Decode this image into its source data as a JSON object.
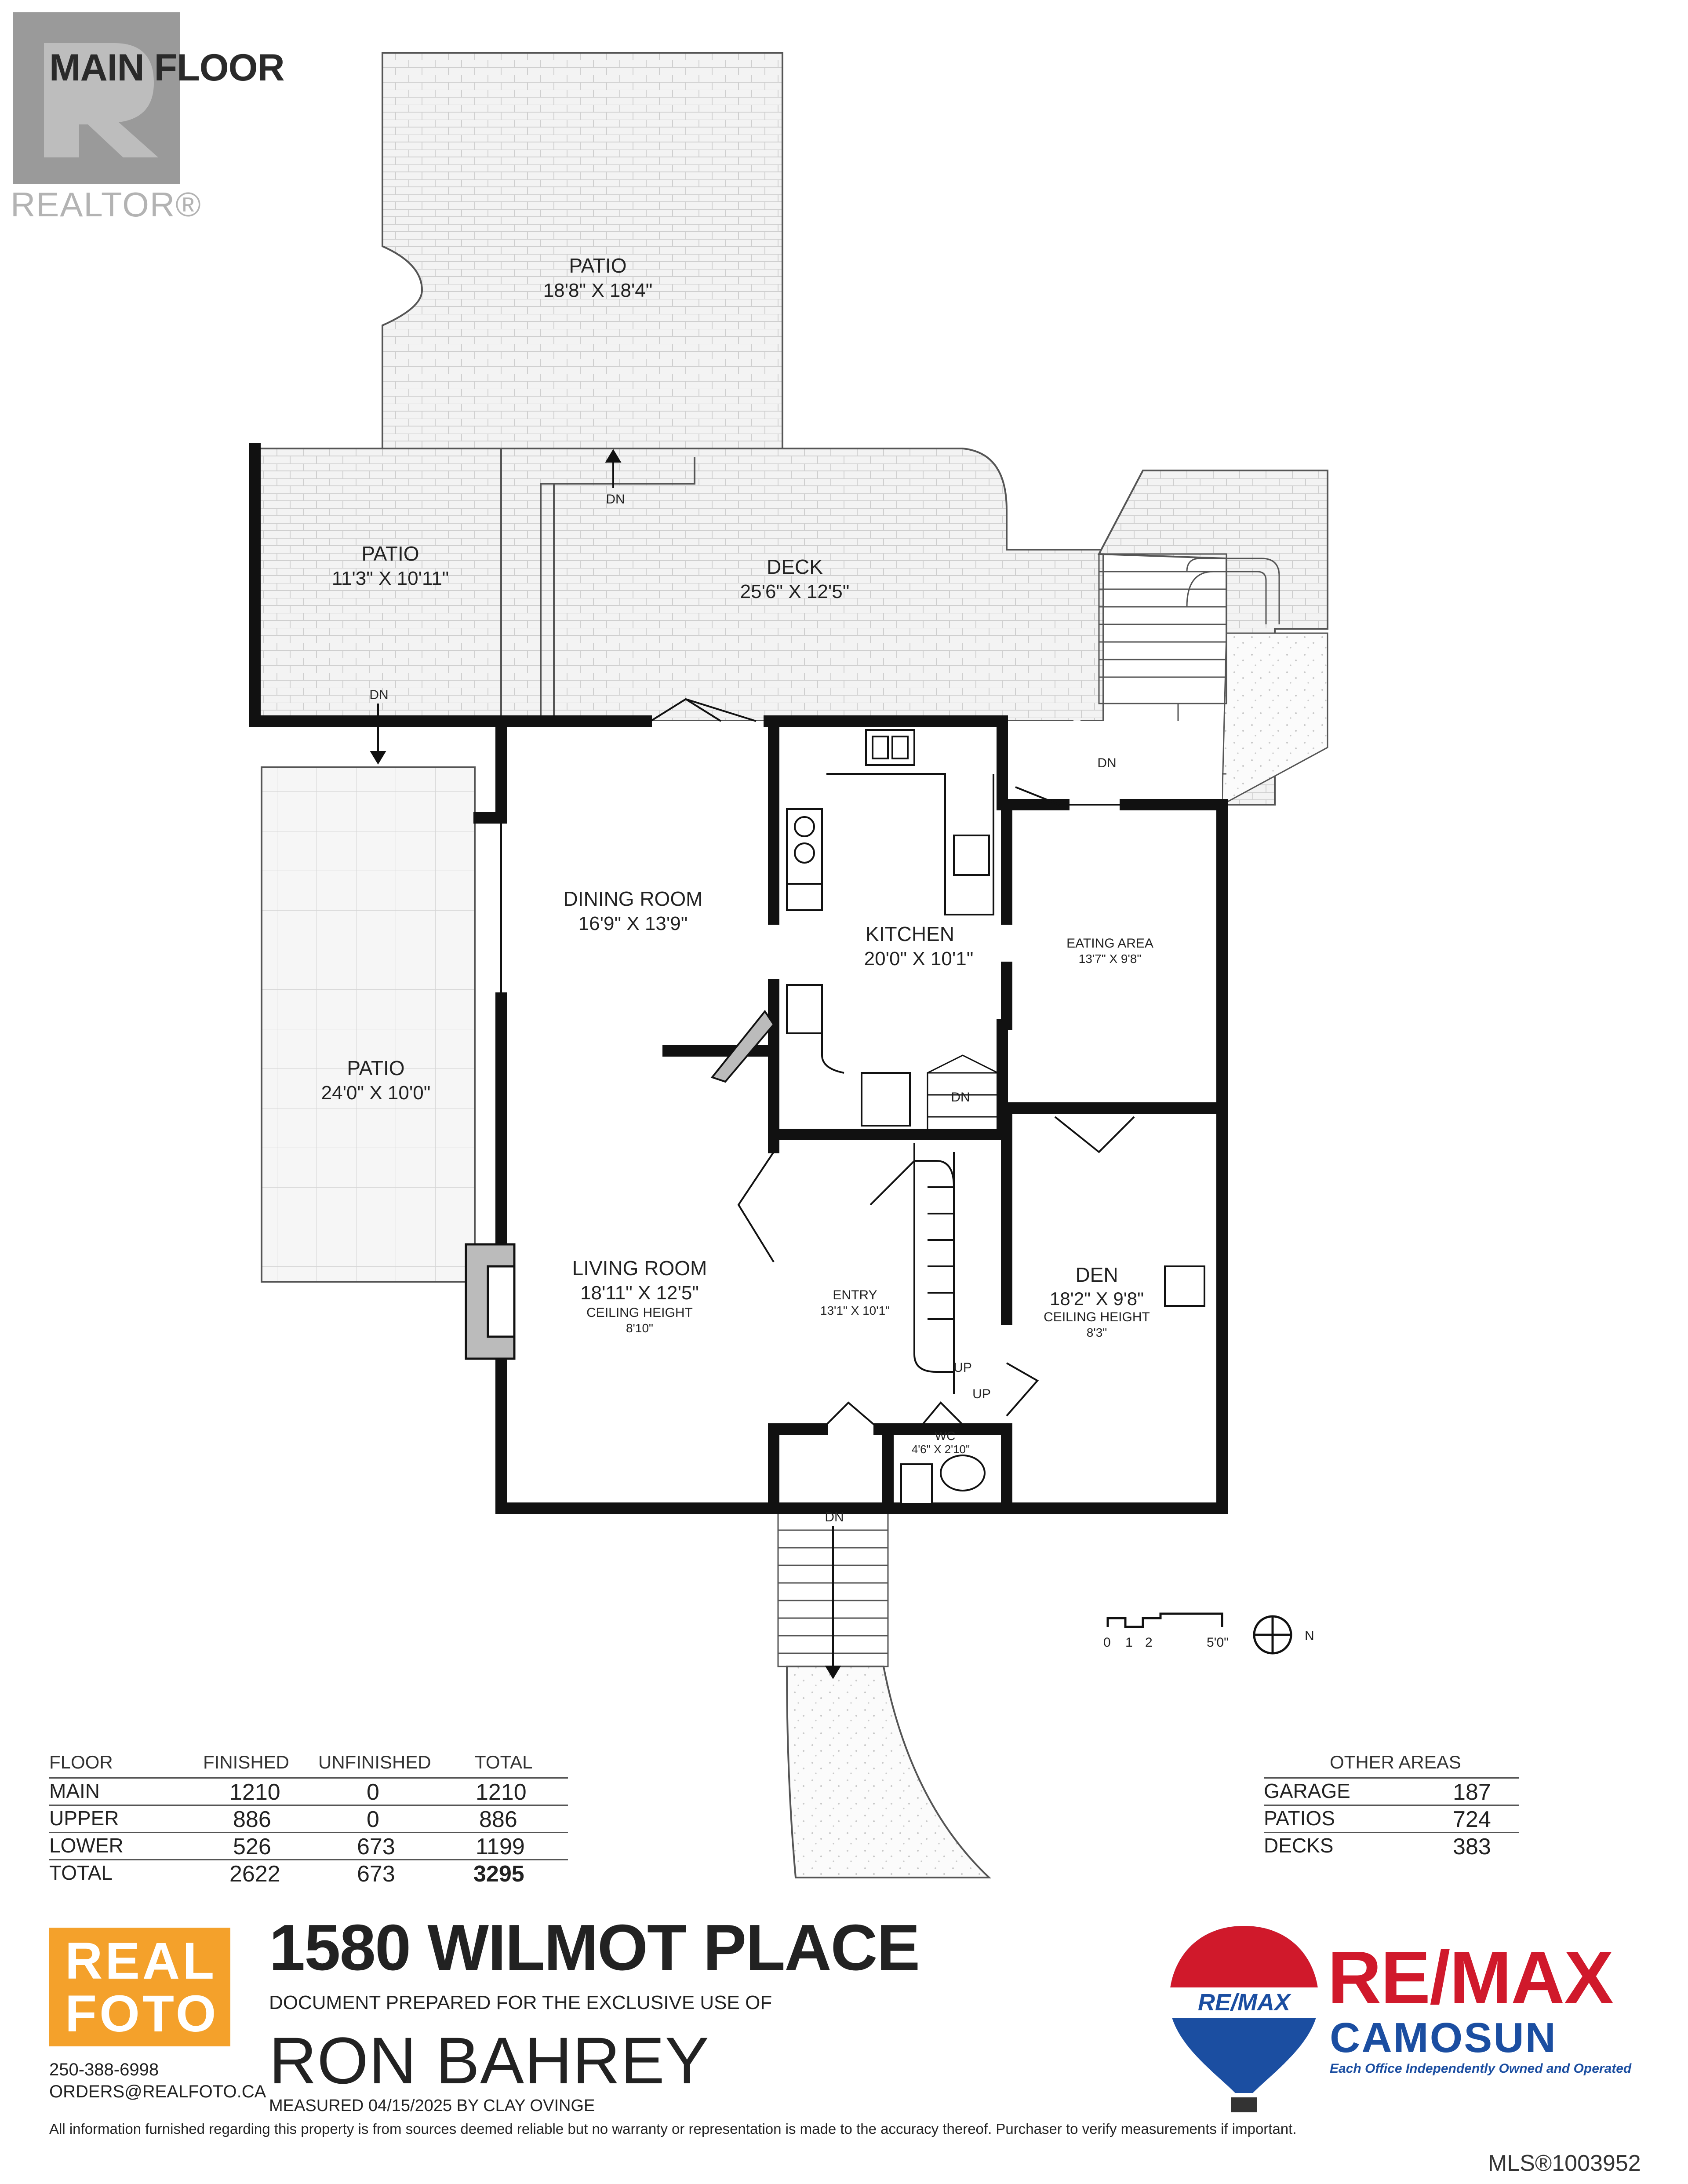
{
  "floor_title": "MAIN FLOOR",
  "realtor_mark": "REALTOR®",
  "rooms": {
    "patio_top": {
      "name": "PATIO",
      "size": "18'8\" X 18'4\""
    },
    "patio_left": {
      "name": "PATIO",
      "size": "11'3\" X 10'11\""
    },
    "deck": {
      "name": "DECK",
      "size": "25'6\" X 12'5\""
    },
    "dining": {
      "name": "DINING ROOM",
      "size": "16'9\" X 13'9\""
    },
    "kitchen": {
      "name": "KITCHEN",
      "size": "20'0\" X 10'1\""
    },
    "eating": {
      "name": "EATING AREA",
      "size": "13'7\" X 9'8\""
    },
    "patio_side": {
      "name": "PATIO",
      "size": "24'0\" X 10'0\""
    },
    "living": {
      "name": "LIVING ROOM",
      "size": "18'11\" X 12'5\"",
      "ceiling_label": "CEILING HEIGHT",
      "ceiling": "8'10\""
    },
    "entry": {
      "name": "ENTRY",
      "size": "13'1\" X 10'1\""
    },
    "den": {
      "name": "DEN",
      "size": "18'2\" X 9'8\"",
      "ceiling_label": "CEILING HEIGHT",
      "ceiling": "8'3\""
    },
    "wc": {
      "name": "WC",
      "size": "4'6\" X 2'10\""
    }
  },
  "stair_labels": {
    "dn": "DN",
    "up": "UP"
  },
  "scale": {
    "ticks": [
      "0",
      "1",
      "2",
      "5'0\""
    ],
    "north": "N"
  },
  "areas_table": {
    "headers": [
      "FLOOR",
      "FINISHED",
      "UNFINISHED",
      "TOTAL"
    ],
    "rows": [
      {
        "floor": "MAIN",
        "finished": "1210",
        "unfinished": "0",
        "total": "1210"
      },
      {
        "floor": "UPPER",
        "finished": "886",
        "unfinished": "0",
        "total": "886"
      },
      {
        "floor": "LOWER",
        "finished": "526",
        "unfinished": "673",
        "total": "1199"
      },
      {
        "floor": "TOTAL",
        "finished": "2622",
        "unfinished": "673",
        "total": "3295"
      }
    ]
  },
  "other_areas": {
    "header": "OTHER AREAS",
    "rows": [
      {
        "label": "GARAGE",
        "value": "187"
      },
      {
        "label": "PATIOS",
        "value": "724"
      },
      {
        "label": "DECKS",
        "value": "383"
      }
    ]
  },
  "footer": {
    "realfoto_line1": "REAL",
    "realfoto_line2": "FOTO",
    "phone": "250-388-6998",
    "email": "ORDERS@REALFOTO.CA",
    "address": "1580 WILMOT PLACE",
    "prepared_for": "DOCUMENT PREPARED FOR THE EXCLUSIVE USE OF",
    "client": "RON BAHREY",
    "measured": "MEASURED 04/15/2025  BY CLAY OVINGE",
    "disclaimer": "All information furnished regarding this property is from sources deemed reliable but no warranty or representation is made to the accuracy thereof. Purchaser to verify measurements if important.",
    "remax_balloon_text": "RE/MAX",
    "remax_word": "RE/MAX",
    "remax_office": "CAMOSUN",
    "remax_tagline": "Each Office Independently Owned and Operated",
    "mls": "MLS®1003952"
  },
  "colors": {
    "wall": "#111111",
    "patio_fill": "#f1f1f1",
    "realfoto": "#f4a12b",
    "remax_red": "#d0192b",
    "remax_blue": "#1b4ea1"
  }
}
